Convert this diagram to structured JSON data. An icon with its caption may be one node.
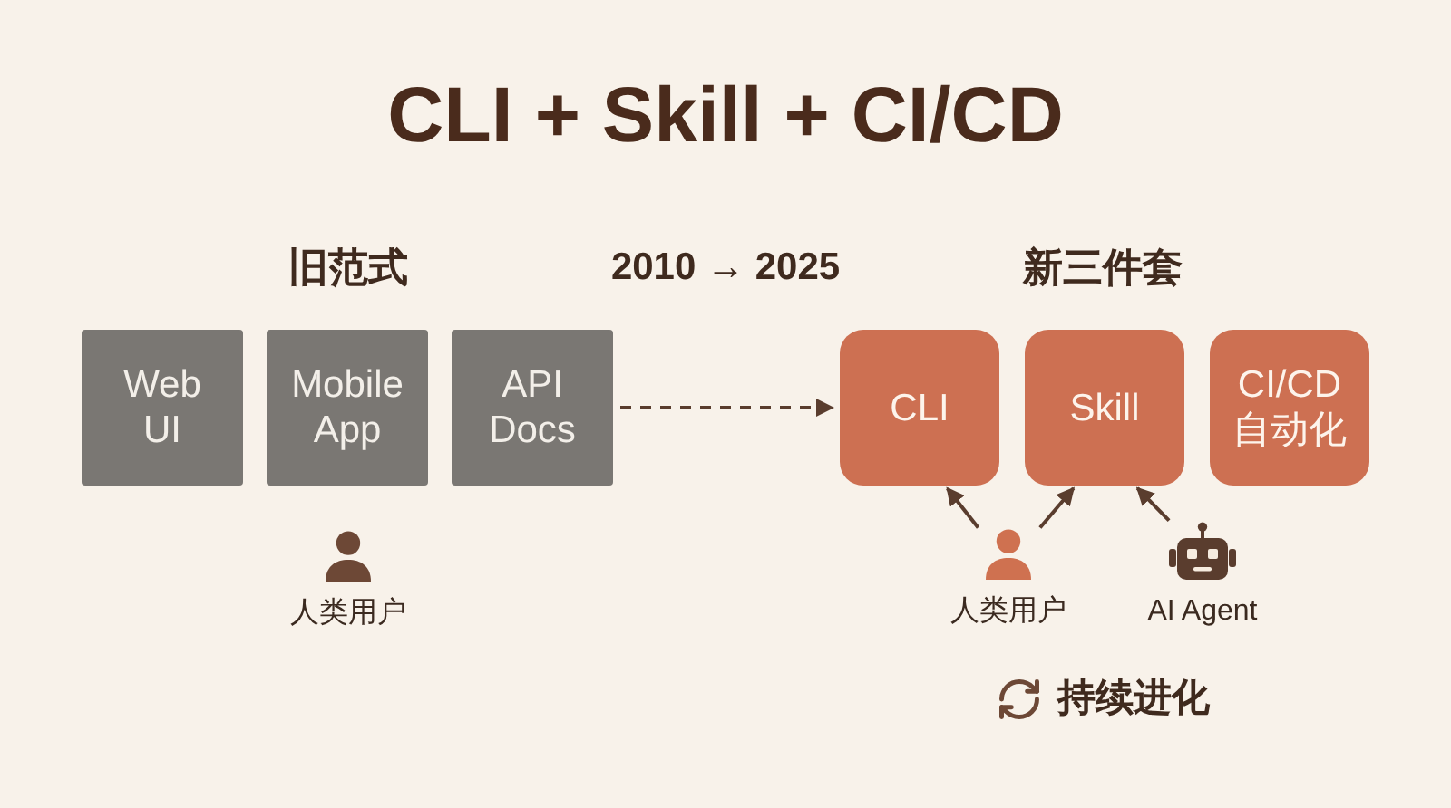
{
  "diagram": {
    "title": "CLI + Skill + CI/CD",
    "nodes": [
      {
        "text": [
          "Web UI"
        ]
      },
      {
        "text": [
          "Mobile App"
        ]
      },
      {
        "text": [
          "API Docs"
        ]
      },
      {
        "text": [
          "CLI"
        ]
      },
      {
        "text": [
          "Skill"
        ]
      },
      {
        "text": [
          "CI/CD 自动化"
        ]
      },
      {
        "text": [
          "人类用户"
        ]
      },
      {
        "text": [
          "AI Agent"
        ]
      }
    ],
    "edges": [
      {
        "from": 2,
        "to": 3,
        "arrow": "to",
        "style": "dashed"
      },
      {
        "from": 6,
        "to": 3,
        "arrow": "to"
      },
      {
        "from": 6,
        "to": 4,
        "arrow": "to"
      },
      {
        "from": 7,
        "to": 4,
        "arrow": "to"
      }
    ],
    "labels": [
      "旧范式",
      "2010 → 2025",
      "新三件套",
      "人类用户",
      "持续进化"
    ]
  }
}
